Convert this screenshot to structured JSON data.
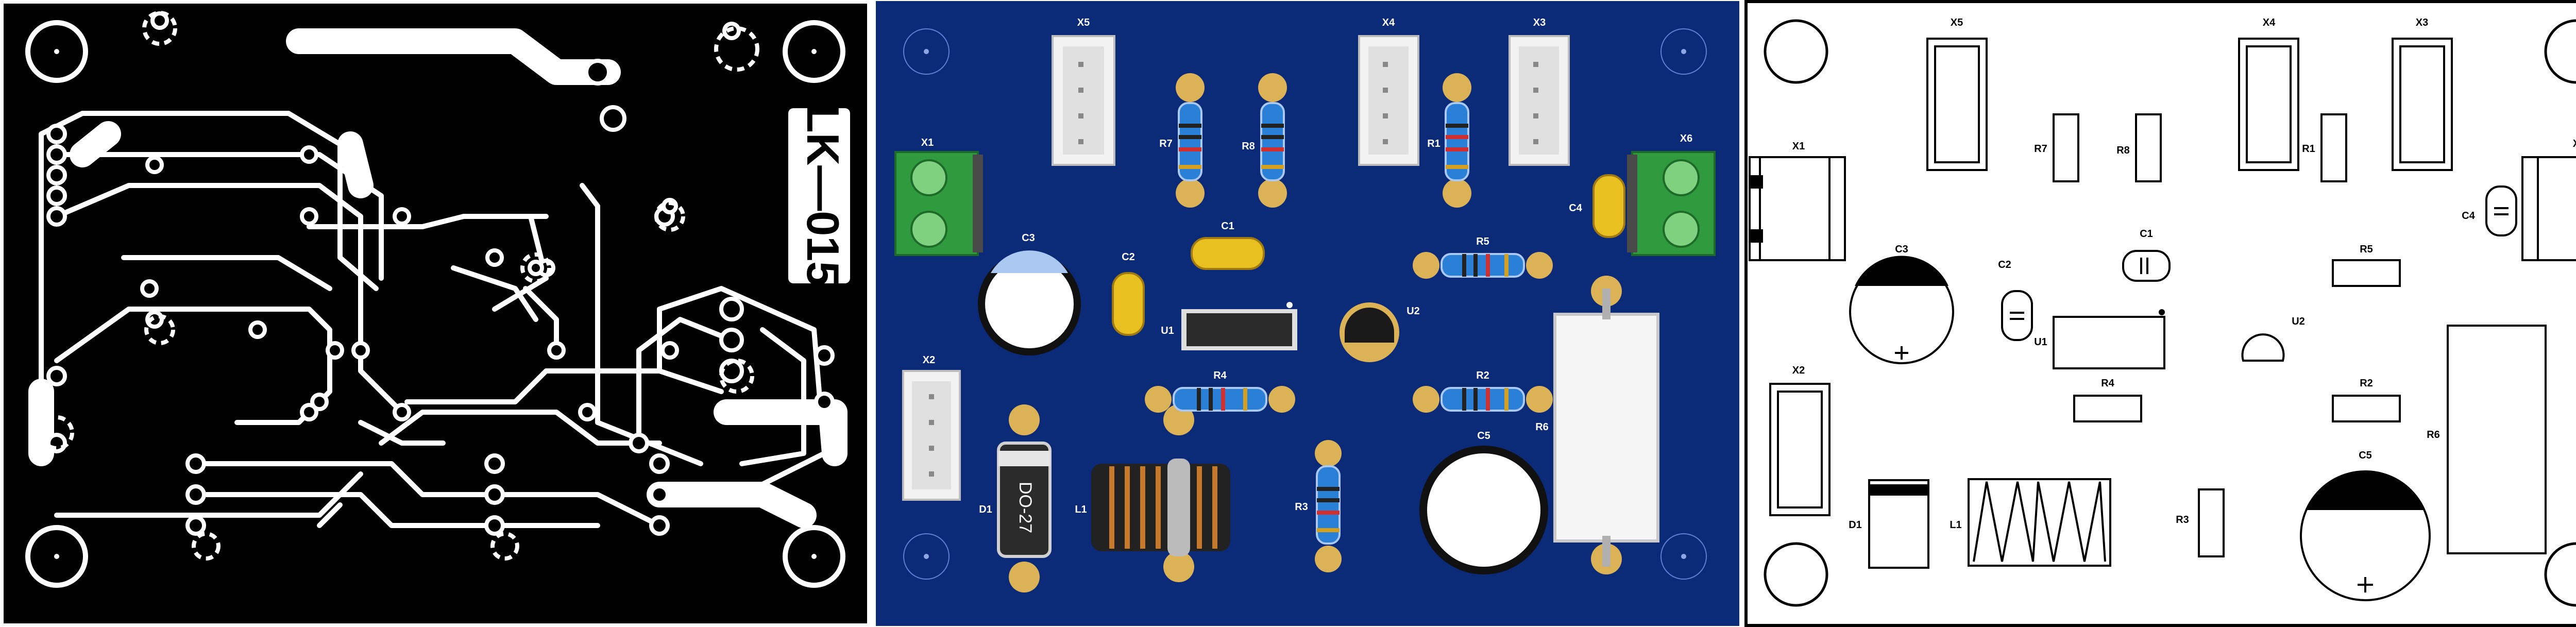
{
  "board": {
    "marking": "LK—015",
    "colors": {
      "bottom_bg": "#000000",
      "copper": "#ffffff",
      "top_bg": "#0b2a78",
      "pad": "#dcb256",
      "silk": "#000000"
    }
  },
  "components": {
    "X1": "X1",
    "X2": "X2",
    "X3": "X3",
    "X4": "X4",
    "X5": "X5",
    "X6": "X6",
    "R1": "R1",
    "R2": "R2",
    "R3": "R3",
    "R4": "R4",
    "R5": "R5",
    "R6": "R6",
    "R7": "R7",
    "R8": "R8",
    "C1": "C1",
    "C2": "C2",
    "C3": "C3",
    "C4": "C4",
    "C5": "C5",
    "U1": "U1",
    "U2": "U2",
    "D1": "D1",
    "L1": "L1",
    "diode_package": "DO-27"
  }
}
